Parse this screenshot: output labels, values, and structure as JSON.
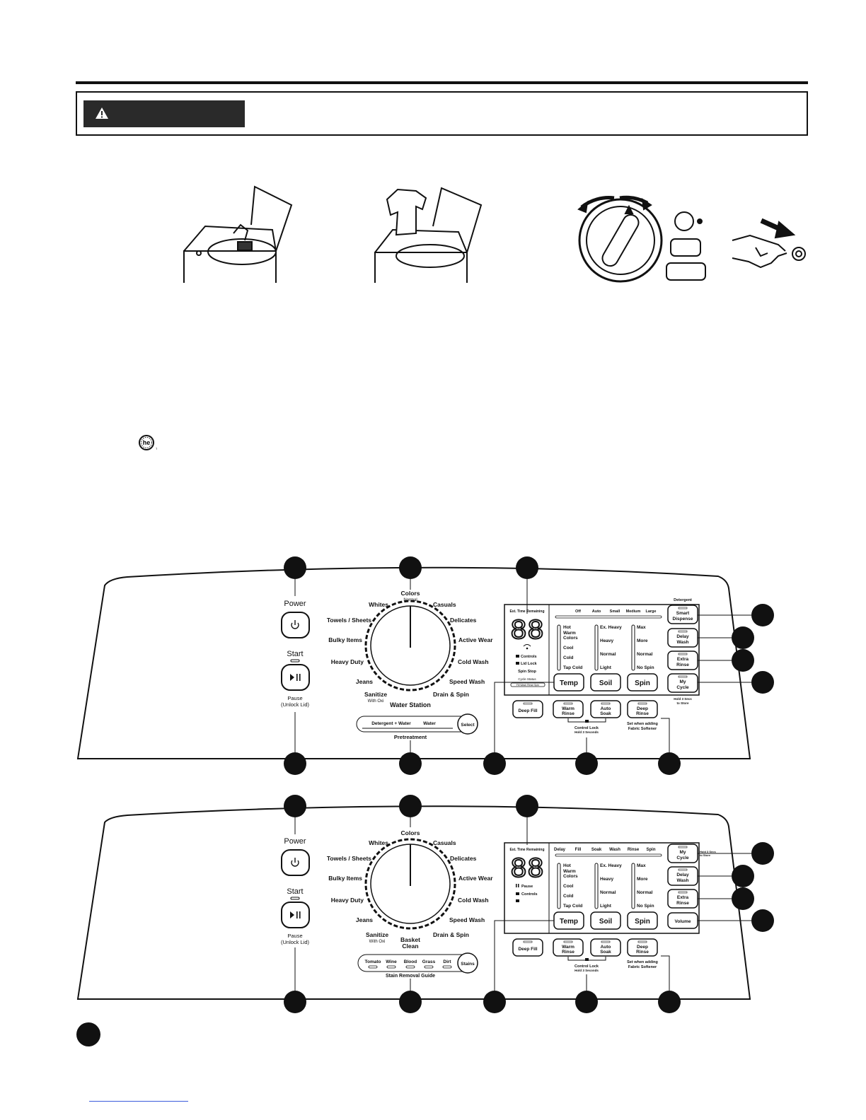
{
  "panel1": {
    "power_label": "Power",
    "start_label": "Start",
    "pause_label": "Pause",
    "unlock_label": "(Unlock Lid)",
    "cycles": {
      "colors": "Colors",
      "colors_sub": "Normal",
      "casuals": "Casuals",
      "whites": "Whites",
      "towels": "Towels / Sheets",
      "delicates": "Delicates",
      "bulky": "Bulky Items",
      "active": "Active Wear",
      "heavy": "Heavy Duty",
      "cold": "Cold Wash",
      "jeans": "Jeans",
      "speed": "Speed Wash",
      "sanitize": "Sanitize",
      "sanitize_sub": "With Oxi",
      "drain": "Drain & Spin"
    },
    "water_station": "Water Station",
    "pretreat_left": "Detergent + Water",
    "pretreat_right": "Water",
    "select_button": "Select",
    "pretreatment": "Pretreatment",
    "display": {
      "digits": "88",
      "est_time": "Est. Time Remaining",
      "controls": "Controls",
      "lid_lock": "Lid Lock",
      "spin_stop": "Spin Stop",
      "cycle_status": "Cycle Status",
      "status_steps": "Fill Wash Rinse Spin"
    },
    "detergent_header": "Detergent",
    "detergent_levels": [
      "Off",
      "Auto",
      "Small",
      "Medium",
      "Large"
    ],
    "temp_levels": [
      "Hot",
      "Warm",
      "Colors",
      "Cool",
      "Cold",
      "Tap Cold"
    ],
    "soil_levels": [
      "Ex. Heavy",
      "Heavy",
      "Normal",
      "Light"
    ],
    "spin_levels": [
      "Max",
      "More",
      "Normal",
      "No Spin"
    ],
    "temp_button": "Temp",
    "soil_button": "Soil",
    "spin_button": "Spin",
    "smart_dispense": [
      "Smart",
      "Dispense"
    ],
    "delay_wash": [
      "Delay",
      "Wash"
    ],
    "extra_rinse": [
      "Extra",
      "Rinse"
    ],
    "my_cycle": [
      "My",
      "Cycle"
    ],
    "hold_store": [
      "Hold 3 Secs",
      "to Store"
    ],
    "deep_fill": "Deep Fill",
    "warm_rinse": [
      "Warm",
      "Rinse"
    ],
    "auto_soak": [
      "Auto",
      "Soak"
    ],
    "deep_rinse": [
      "Deep",
      "Rinse"
    ],
    "control_lock": "Control Lock",
    "hold_secs": "Hold 3 Seconds",
    "set_when": "Set when adding",
    "fabric_softener": "Fabric Softener"
  },
  "panel2": {
    "power_label": "Power",
    "start_label": "Start",
    "pause_label": "Pause",
    "unlock_label": "(Unlock Lid)",
    "cycles": {
      "colors": "Colors",
      "casuals": "Casuals",
      "whites": "Whites",
      "towels": "Towels / Sheets",
      "delicates": "Delicates",
      "bulky": "Bulky Items",
      "active": "Active Wear",
      "heavy": "Heavy Duty",
      "cold": "Cold Wash",
      "jeans": "Jeans",
      "speed": "Speed Wash",
      "sanitize": "Sanitize",
      "sanitize_sub": "With Oxi",
      "basket": "Basket",
      "basket2": "Clean",
      "drain": "Drain & Spin"
    },
    "stains": [
      "Tomato",
      "Wine",
      "Blood",
      "Grass",
      "Dirt"
    ],
    "stains_button": "Stains",
    "stain_guide": "Stain Removal Guide",
    "display": {
      "digits": "88",
      "est_time": "Est. Time Remaining",
      "pause": "Pause",
      "controls": "Controls"
    },
    "status_steps": [
      "Delay",
      "Fill",
      "Soak",
      "Wash",
      "Rinse",
      "Spin"
    ],
    "temp_levels": [
      "Hot",
      "Warm",
      "Colors",
      "Cool",
      "Cold",
      "Tap Cold"
    ],
    "soil_levels": [
      "Ex. Heavy",
      "Heavy",
      "Normal",
      "Light"
    ],
    "spin_levels": [
      "Max",
      "More",
      "Normal",
      "No Spin"
    ],
    "temp_button": "Temp",
    "soil_button": "Soil",
    "spin_button": "Spin",
    "my_cycle": [
      "My",
      "Cycle"
    ],
    "hold_store": [
      "Hold 3 Secs",
      "to Store"
    ],
    "delay_wash": [
      "Delay",
      "Wash"
    ],
    "extra_rinse": [
      "Extra",
      "Rinse"
    ],
    "volume": "Volume",
    "deep_fill": "Deep Fill",
    "warm_rinse": [
      "Warm",
      "Rinse"
    ],
    "auto_soak": [
      "Auto",
      "Soak"
    ],
    "deep_rinse": [
      "Deep",
      "Rinse"
    ],
    "control_lock": "Control Lock",
    "hold_secs": "Hold 3 Seconds",
    "set_when": "Set when adding",
    "fabric_softener": "Fabric Softener"
  },
  "he_logo_text": "he"
}
